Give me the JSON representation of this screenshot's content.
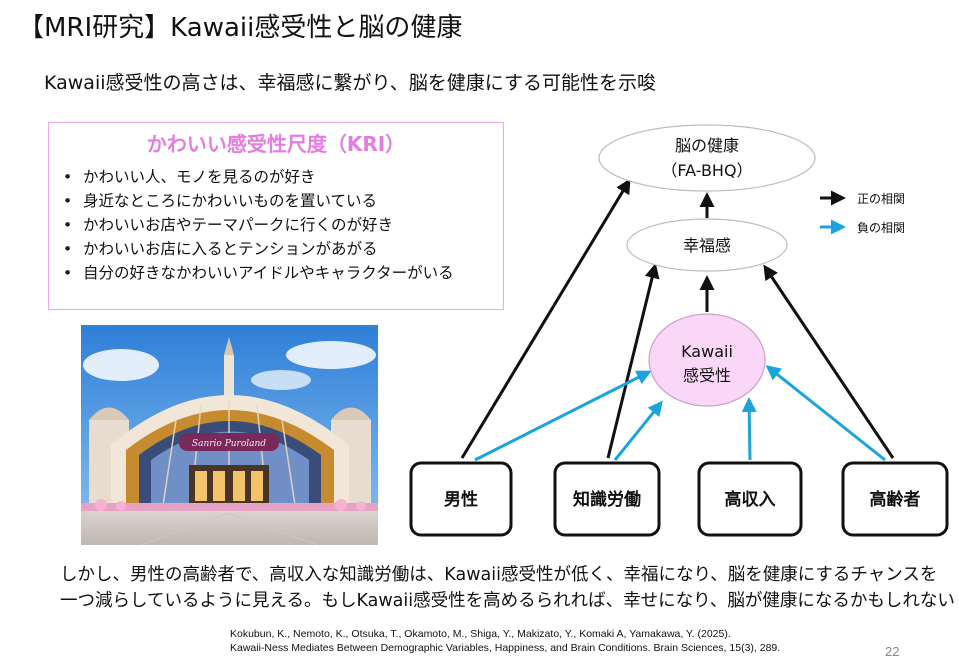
{
  "slide": {
    "title": "【MRI研究】Kawaii感受性と脳の健康",
    "subtitle": "Kawaii感受性の高さは、幸福感に繋がり、脳を健康にする可能性を示唆",
    "page_number": "22"
  },
  "kri": {
    "title": "かわいい感受性尺度（KRI）",
    "bullet": "•",
    "items": [
      "かわいい人、モノを見るのが好き",
      "身近なところにかわいいものを置いている",
      "かわいいお店やテーマパークに行くのが好き",
      "かわいいお店に入るとテンションがあがる",
      "自分の好きなかわいいアイドルやキャラクターがいる"
    ]
  },
  "photo": {
    "sign_text": "Sanrio Puroland"
  },
  "diagram": {
    "nodes": {
      "brain_health_line1": "脳の健康",
      "brain_health_line2": "（FA-BHQ）",
      "happiness": "幸福感",
      "kawaii_line1": "Kawaii",
      "kawaii_line2": "感受性",
      "male": "男性",
      "knowledge_worker": "知識労働",
      "high_income": "高収入",
      "elderly": "高齢者"
    },
    "legend": {
      "positive": "正の相関",
      "negative": "負の相関"
    },
    "colors": {
      "positive": "#111111",
      "negative": "#1aa3dc",
      "kawaii_fill": "#fbd7f7",
      "kawaii_stroke": "#c9a0c9"
    }
  },
  "bottom": {
    "line1": "しかし、男性の高齢者で、高収入な知識労働は、Kawaii感受性が低く、幸福になり、脳を健康にするチャンスを",
    "line2": "一つ減らしているように見える。もしKawaii感受性を高めるられれば、幸せになり、脳が健康になるかもしれない"
  },
  "citation": {
    "line1": "Kokubun, K., Nemoto, K., Otsuka, T., Okamoto, M., Shiga, Y., Makizato, Y., Komaki A, Yamakawa, Y. (2025).",
    "line2": "Kawaii-Ness Mediates Between Demographic Variables, Happiness, and Brain Conditions. Brain Sciences, 15(3), 289."
  }
}
